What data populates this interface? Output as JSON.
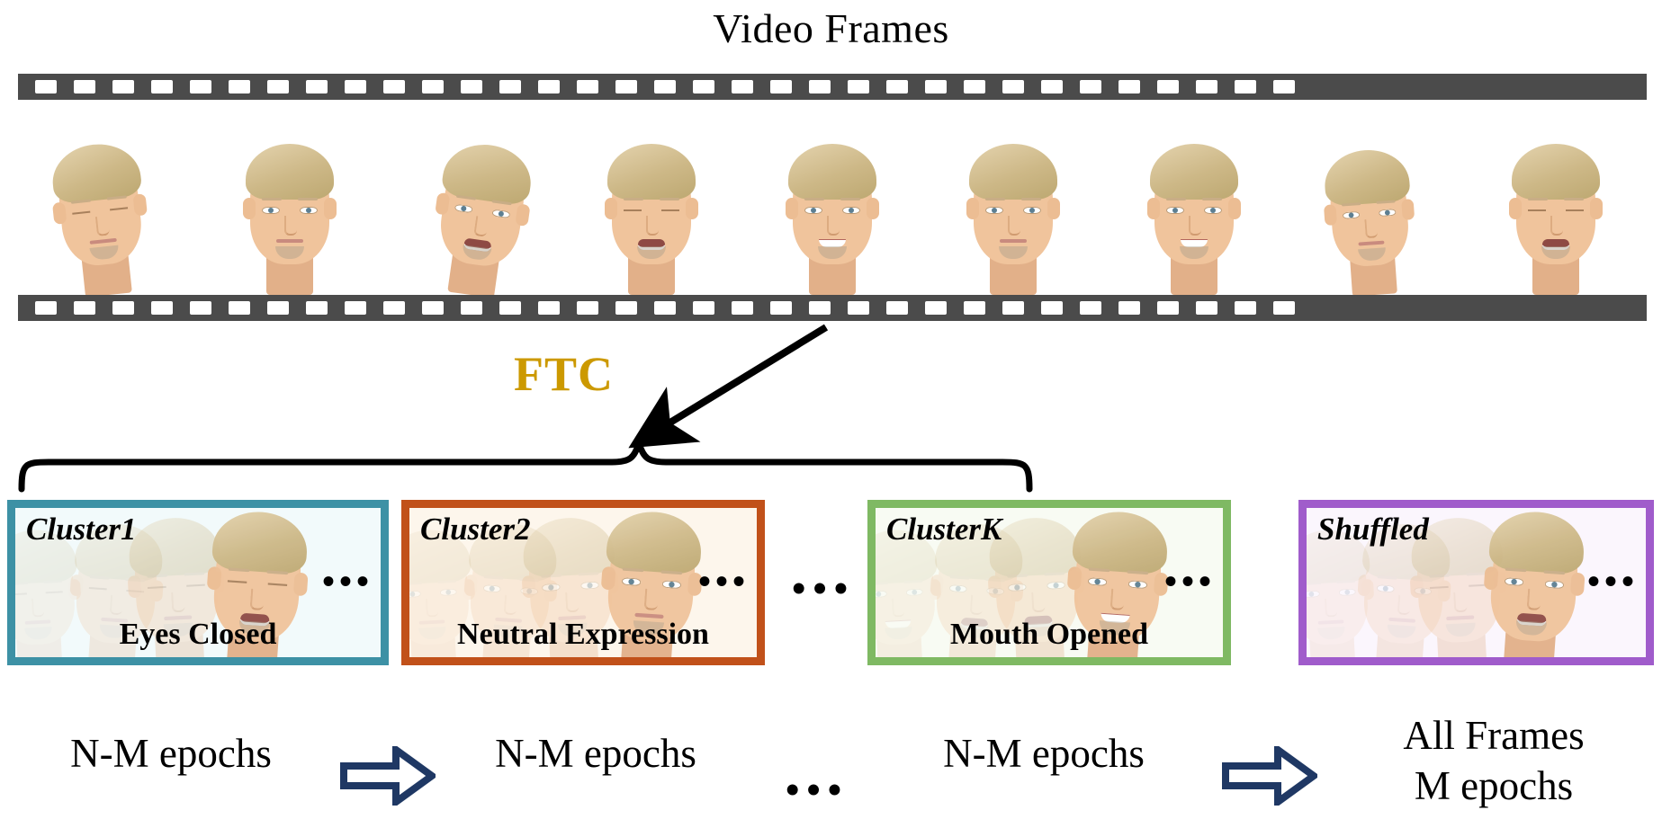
{
  "title": "Video Frames",
  "method": {
    "abbr": "FTC",
    "color": "#cc9900"
  },
  "filmstrip": {
    "sprocket_count": 33,
    "bar_color": "#4b4b4b",
    "frames": [
      {
        "pose": "looking-down",
        "eyes": "closed",
        "mouth": "neutral"
      },
      {
        "pose": "front",
        "eyes": "open",
        "mouth": "neutral"
      },
      {
        "pose": "turned-left",
        "eyes": "open",
        "mouth": "open"
      },
      {
        "pose": "front",
        "eyes": "closed",
        "mouth": "open"
      },
      {
        "pose": "front",
        "eyes": "open",
        "mouth": "smile"
      },
      {
        "pose": "front",
        "eyes": "open",
        "mouth": "neutral"
      },
      {
        "pose": "front",
        "eyes": "open",
        "mouth": "smile"
      },
      {
        "pose": "profile",
        "eyes": "open",
        "mouth": "neutral"
      },
      {
        "pose": "front",
        "eyes": "closed",
        "mouth": "open"
      }
    ]
  },
  "clusters": [
    {
      "label": "Cluster1",
      "caption": "Eyes Closed",
      "border_color": "#3d91a5",
      "background_color": "#f2fafb",
      "dots": "•••",
      "epoch_label": "N-M epochs"
    },
    {
      "label": "Cluster2",
      "caption": "Neutral  Expression",
      "border_color": "#c1511a",
      "background_color": "#fdf6ec",
      "dots": "•••",
      "epoch_label": "N-M epochs"
    },
    {
      "label": "ClusterK",
      "caption": "Mouth Opened",
      "border_color": "#7fb963",
      "background_color": "#f8fbf3",
      "dots": "•••",
      "epoch_label": "N-M epochs"
    }
  ],
  "shuffled": {
    "label": "Shuffled",
    "border_color": "#a05ccb",
    "background_color": "#fbf6fd",
    "dots": "•••",
    "epoch_label_line1": "All Frames",
    "epoch_label_line2": "M epochs"
  },
  "ellipsis": {
    "between_clusters": "•••",
    "between_epochs": "•••"
  },
  "arrows": {
    "ftc_arrow_color": "#000000",
    "block_arrow_fill": "#ffffff",
    "block_arrow_stroke": "#1f3864"
  },
  "brace": {
    "color": "#000000"
  }
}
